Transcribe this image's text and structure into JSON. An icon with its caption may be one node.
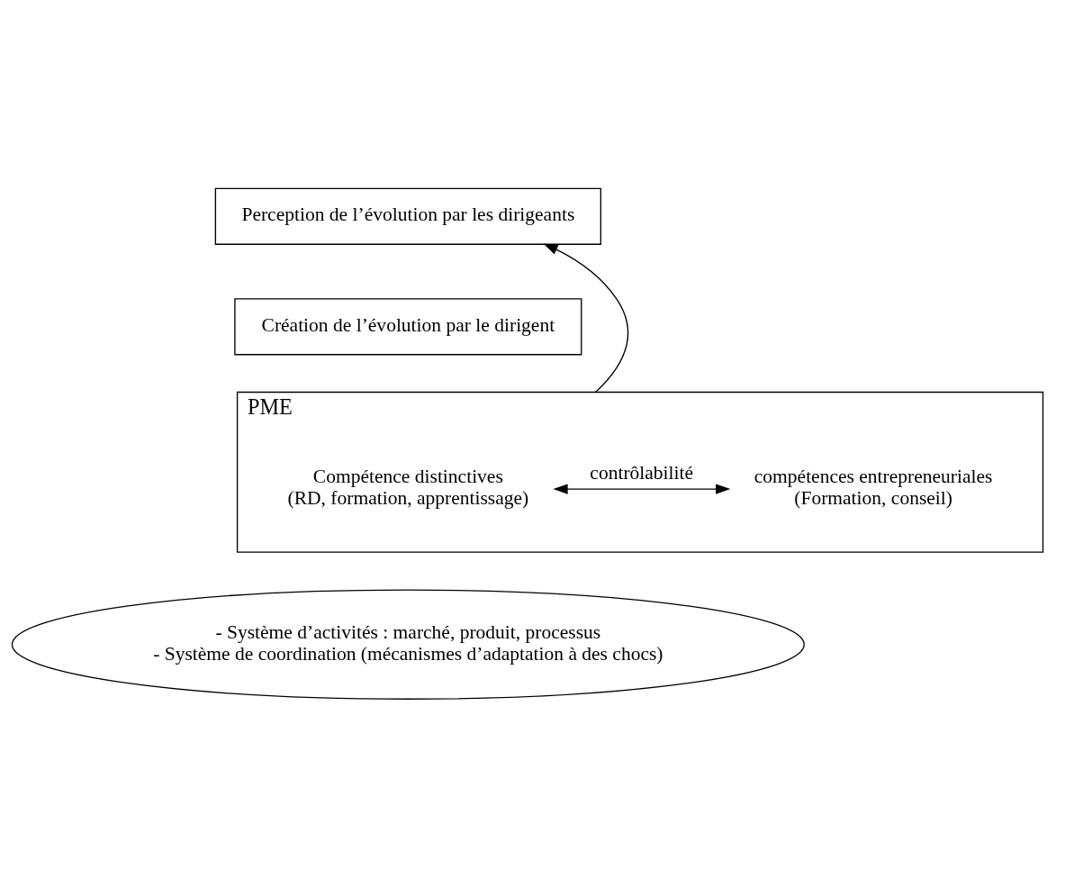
{
  "diagram": {
    "nodes": [
      {
        "text": [
          "Perception de l’évolution par les dirigeants"
        ]
      },
      {
        "text": [
          "Création de l’évolution par le dirigent"
        ]
      },
      {
        "text": [
          "PME"
        ]
      },
      {
        "text": [
          "Compétence distinctives",
          "(RD, formation, apprentissage)"
        ],
        "in": 2
      },
      {
        "text": [
          "compétences entrepreneuriales",
          "(Formation, conseil)"
        ],
        "in": 2
      },
      {
        "text": [
          "- Système d’activités : marché, produit, processus",
          "- Système de coordination (mécanismes d’adaptation à des chocs)"
        ]
      }
    ],
    "edges": [
      {
        "from": 3,
        "to": 4,
        "arrow": "both",
        "label": "contrôlabilité"
      },
      {
        "from": 2,
        "to": 0,
        "arrow": "to"
      }
    ]
  }
}
